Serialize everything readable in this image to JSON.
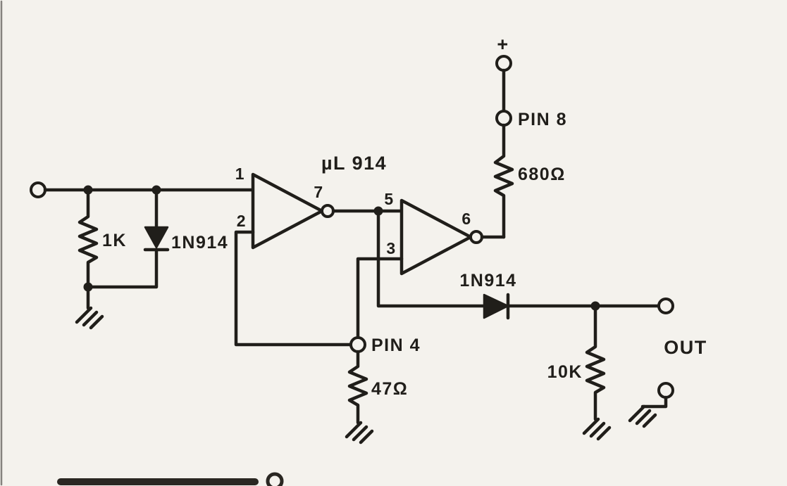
{
  "schematic": {
    "ic_label": "µL 914",
    "power_rail": {
      "plus": "+",
      "pin_label": "PIN 8",
      "resistor": "680Ω"
    },
    "input_network": {
      "resistor": "1K",
      "diode": "1N914"
    },
    "gate_a": {
      "input_top": "1",
      "input_bottom": "2",
      "output": "7"
    },
    "gate_b": {
      "input_top": "5",
      "input_bottom": "3",
      "output": "6"
    },
    "bias_network": {
      "pin_label": "PIN 4",
      "resistor": "47Ω"
    },
    "output_network": {
      "diode": "1N914",
      "resistor": "10K",
      "label": "OUT"
    },
    "colors": {
      "ink": "#201e1a",
      "paper": "#f4f2ed"
    }
  }
}
